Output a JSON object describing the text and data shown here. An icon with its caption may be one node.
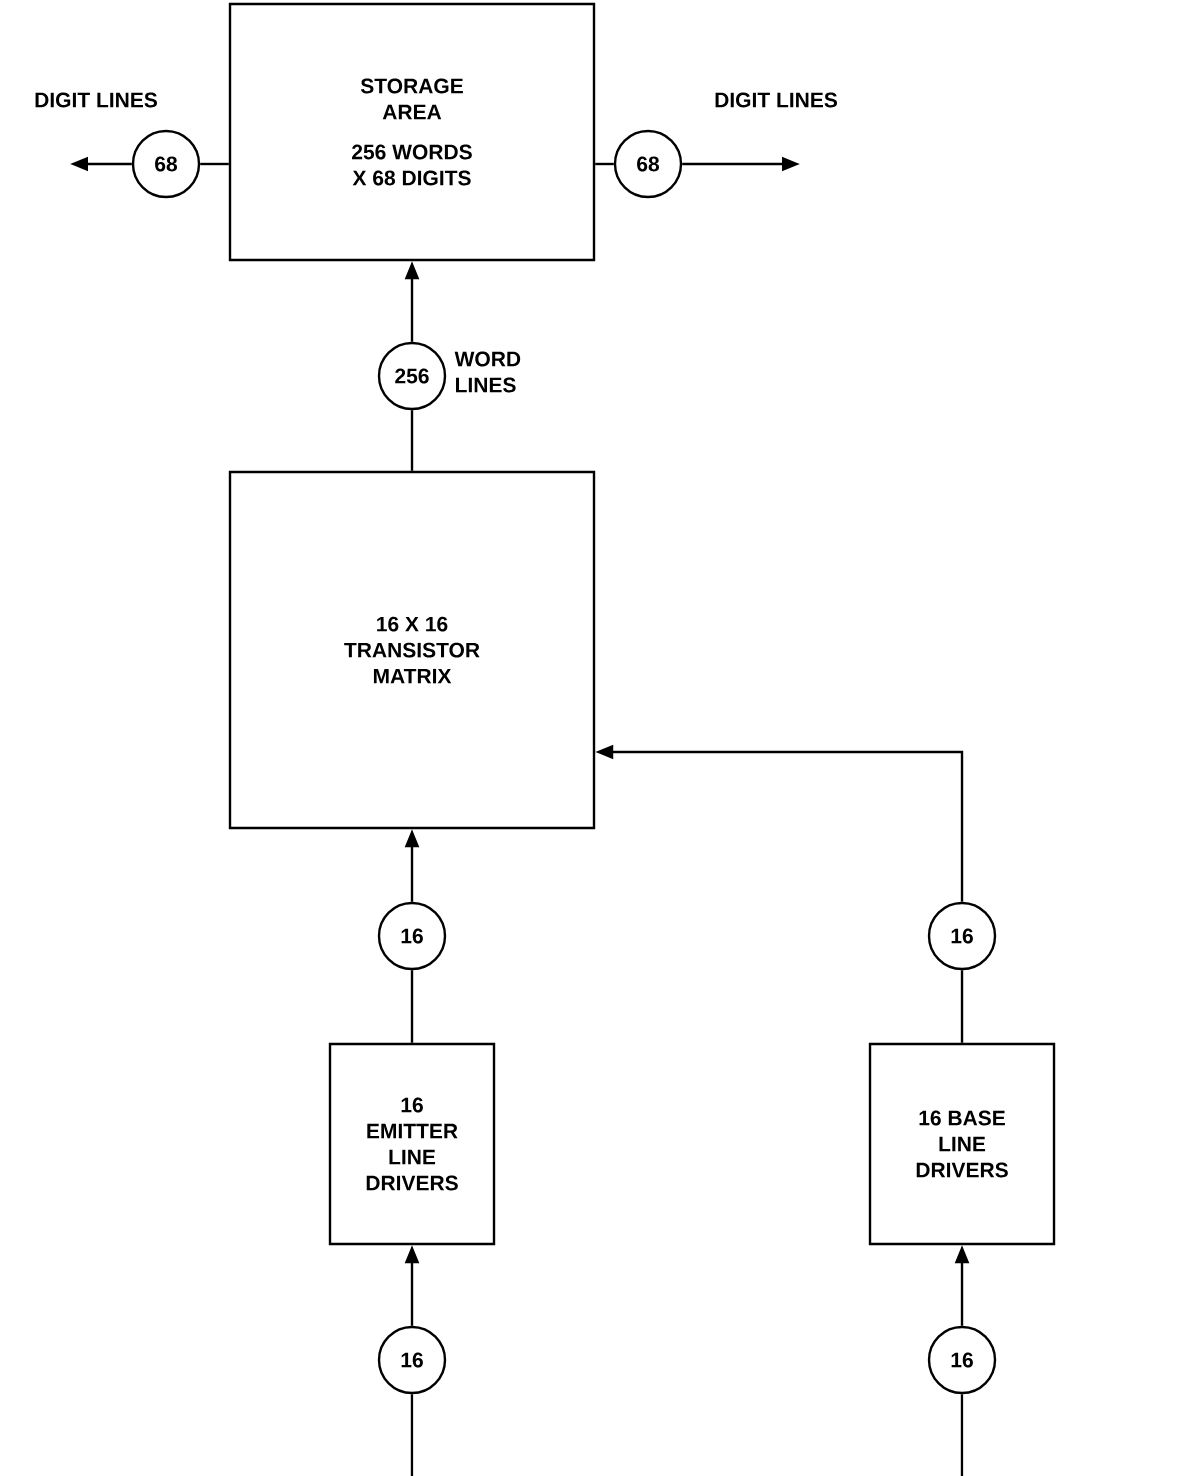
{
  "diagram": {
    "nodes": [
      {
        "text": [
          "STORAGE AREA",
          "256 WORDS X 68 DIGITS"
        ]
      },
      {
        "text": [
          "68"
        ]
      },
      {
        "text": [
          "68"
        ]
      },
      {
        "text": [
          "256"
        ],
        "beside": [
          "WORD LINES"
        ]
      },
      {
        "text": [
          "16 X 16 TRANSISTOR MATRIX"
        ]
      },
      {
        "text": [
          "16"
        ]
      },
      {
        "text": [
          "16"
        ]
      },
      {
        "text": [
          "16 EMITTER LINE DRIVERS"
        ]
      },
      {
        "text": [
          "16 BASE LINE DRIVERS"
        ]
      },
      {
        "text": [
          "16"
        ]
      },
      {
        "text": [
          "16"
        ]
      }
    ],
    "edges": [
      {
        "from": 0,
        "to": 1,
        "arrow": "none"
      },
      {
        "from": 1,
        "to": null,
        "arrow": "to"
      },
      {
        "from": 0,
        "to": 2,
        "arrow": "none"
      },
      {
        "from": 2,
        "to": null,
        "arrow": "to"
      },
      {
        "from": 4,
        "to": 3,
        "arrow": "none"
      },
      {
        "from": 3,
        "to": 0,
        "arrow": "to"
      },
      {
        "from": 7,
        "to": 5,
        "arrow": "none"
      },
      {
        "from": 5,
        "to": 4,
        "arrow": "to"
      },
      {
        "from": 8,
        "to": 6,
        "arrow": "none"
      },
      {
        "from": 6,
        "to": 4,
        "arrow": "to"
      },
      {
        "from": null,
        "to": 9,
        "arrow": "none"
      },
      {
        "from": 9,
        "to": 7,
        "arrow": "to"
      },
      {
        "from": null,
        "to": 10,
        "arrow": "none"
      },
      {
        "from": 10,
        "to": 8,
        "arrow": "to"
      }
    ],
    "labels": [
      "DIGIT LINES",
      "DIGIT LINES"
    ]
  }
}
